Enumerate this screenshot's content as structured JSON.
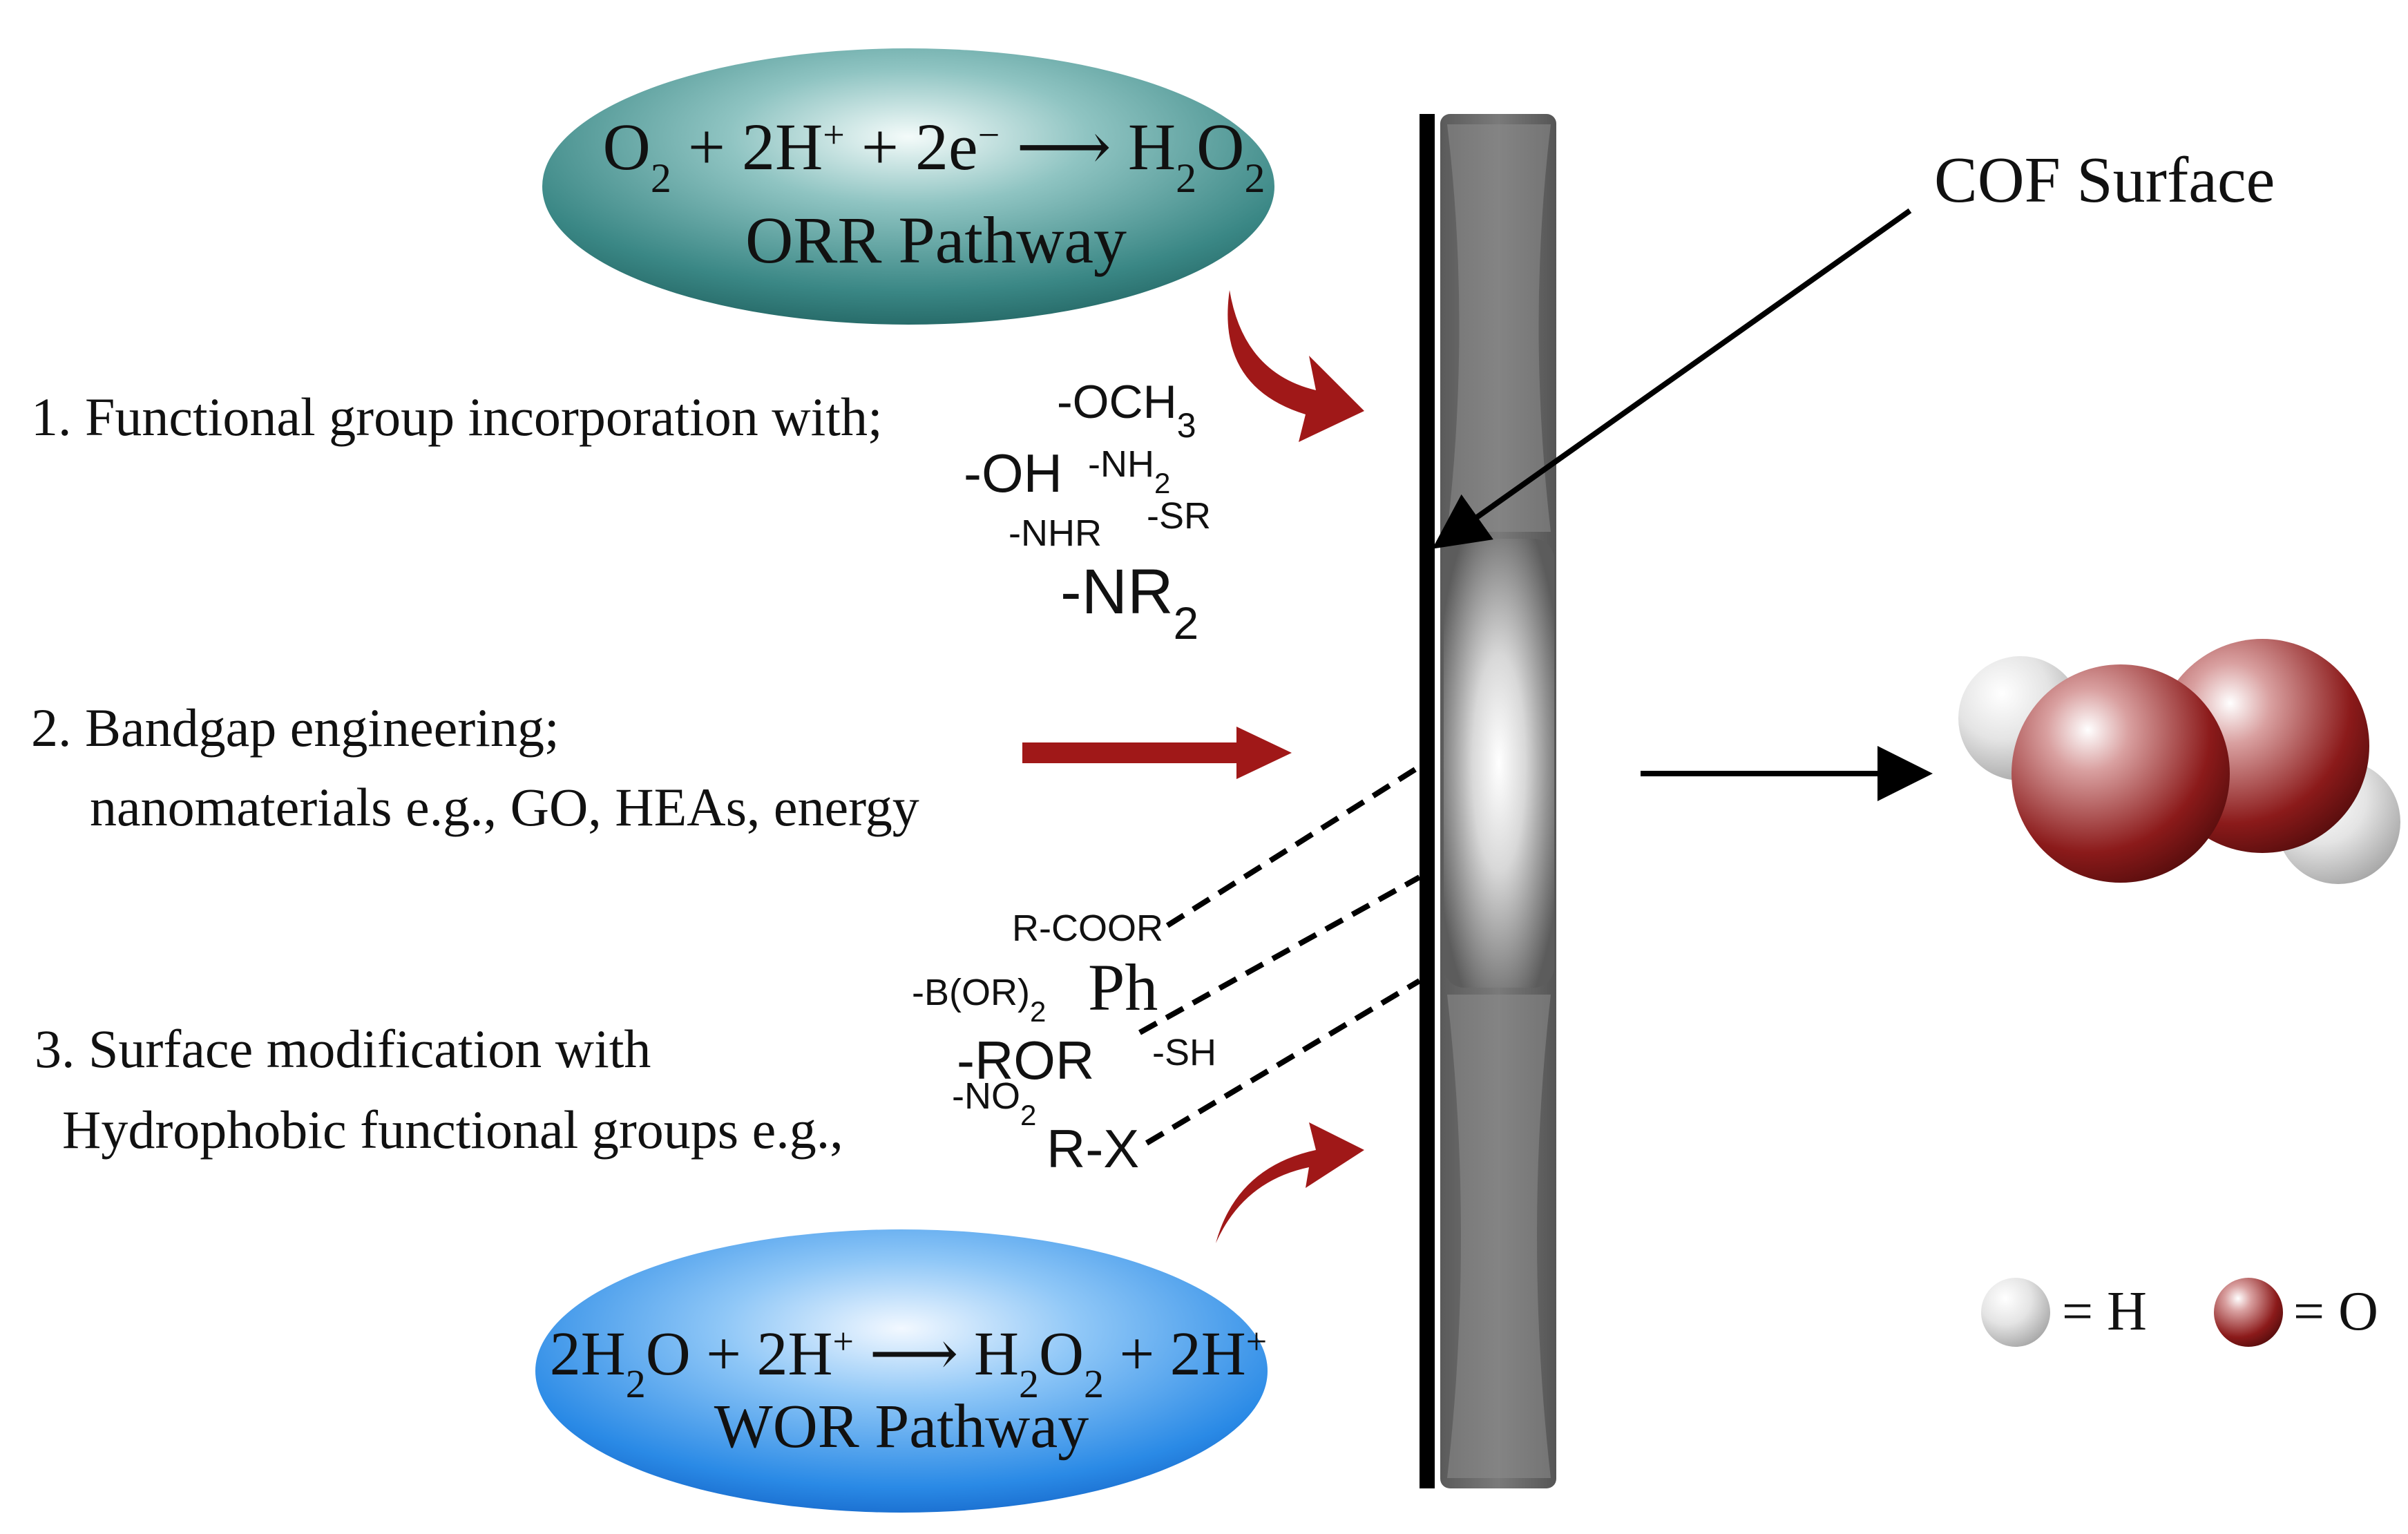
{
  "orr": {
    "eq": [
      "O",
      "2",
      " + 2H",
      "+",
      " + 2e",
      "−",
      " ⟶ H",
      "2",
      "O",
      "2"
    ],
    "label": "ORR Pathway"
  },
  "wor": {
    "eq": [
      "2H",
      "2",
      "O + 2H",
      "+",
      " ⟶ H",
      "2",
      "O",
      "2",
      " + 2H",
      "+"
    ],
    "label": "WOR Pathway"
  },
  "cof_label": "COF Surface",
  "item1": {
    "text": "1. Functional group incorporation with;",
    "groups": {
      "och3": [
        "-OCH",
        "3"
      ],
      "oh": "-OH",
      "nh2": [
        "-NH",
        "2"
      ],
      "nhr": "-NHR",
      "sr": "-SR",
      "nr2": [
        "-NR",
        "2"
      ]
    }
  },
  "item2": {
    "line1": "2. Bandgap engineering;",
    "line2": "nanomaterials e.g., GO, HEAs, energy"
  },
  "item3": {
    "line1": "3. Surface modification with",
    "line2": "Hydrophobic functional groups e.g.,",
    "groups": {
      "rcoor": "R-COOR",
      "bor2": [
        "-B(OR)",
        "2"
      ],
      "ph": "Ph",
      "ror": "-ROR",
      "sh": "-SH",
      "no2": [
        "-NO",
        "2"
      ],
      "rx": "R-X"
    }
  },
  "legend": {
    "h_label": "= H",
    "o_label": "= O"
  },
  "colors": {
    "orr_ellipse": "#3f8f8f",
    "wor_ellipse": "#2f8fe8",
    "arrow_red": "#a01818",
    "oxygen": "#8b1a1a",
    "hydrogen": "#d8d8d8",
    "surface_dark": "#000000",
    "surface_grey": "#6e6e6e"
  },
  "icons": [
    "curved-red-arrow",
    "straight-red-arrow",
    "black-arrow",
    "h2o2-molecule"
  ]
}
